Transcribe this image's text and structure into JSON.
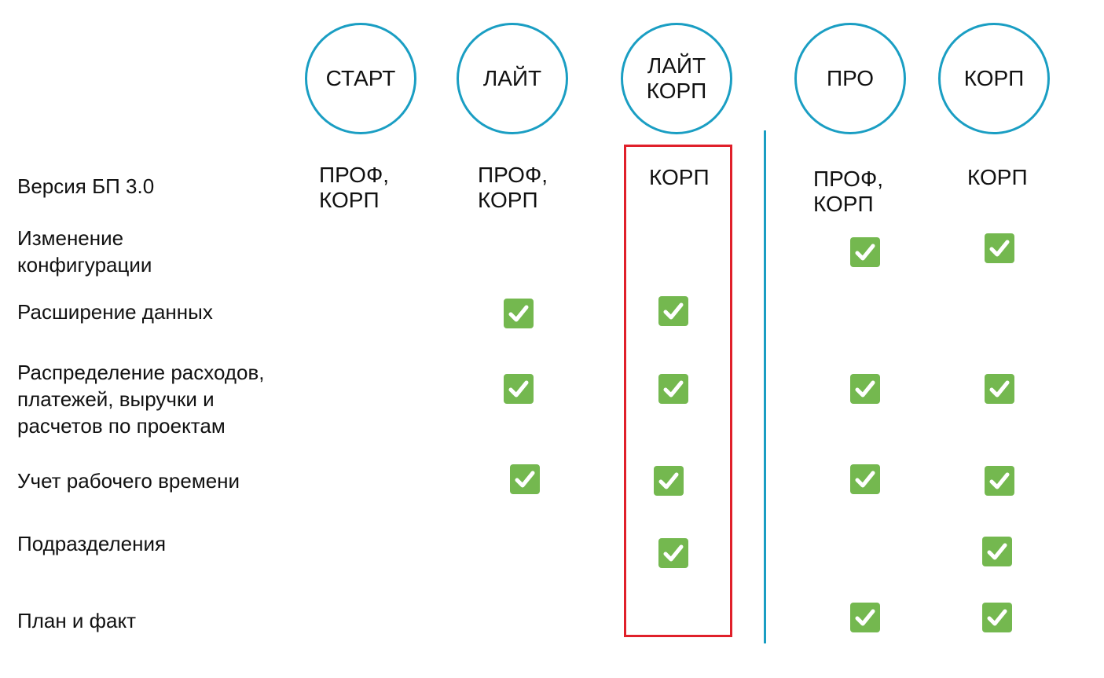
{
  "plans": [
    {
      "id": "start",
      "label": "СТАРТ"
    },
    {
      "id": "lite",
      "label": "ЛАЙТ"
    },
    {
      "id": "lite-corp",
      "label": "ЛАЙТ\nКОРП"
    },
    {
      "id": "pro",
      "label": "ПРО"
    },
    {
      "id": "corp",
      "label": "КОРП"
    }
  ],
  "rows": [
    {
      "label": "Версия БП 3.0"
    },
    {
      "label": "Изменение\nконфигурации"
    },
    {
      "label": "Расширение данных"
    },
    {
      "label": "Распределение расходов,\nплатежей, выручки и\nрасчетов по проектам"
    },
    {
      "label": "Учет рабочего времени"
    },
    {
      "label": "Подразделения"
    },
    {
      "label": "План и факт"
    }
  ],
  "versions": [
    "ПРОФ,\nКОРП",
    "ПРОФ,\nКОРП",
    "КОРП",
    "ПРОФ,\nКОРП",
    "КОРП"
  ],
  "features": {
    "start": [
      false,
      false,
      false,
      false,
      false,
      false
    ],
    "lite": [
      false,
      true,
      true,
      true,
      false,
      false
    ],
    "lite-corp": [
      false,
      true,
      true,
      true,
      true,
      false
    ],
    "pro": [
      true,
      false,
      true,
      true,
      false,
      true
    ],
    "corp": [
      true,
      false,
      true,
      true,
      true,
      true
    ]
  },
  "colors": {
    "circle_border": "#1a9ec3",
    "highlight_border": "#e0202a",
    "check_fill": "#74b84f",
    "check_mark": "#ffffff"
  },
  "icons": {
    "check": "check-icon"
  }
}
